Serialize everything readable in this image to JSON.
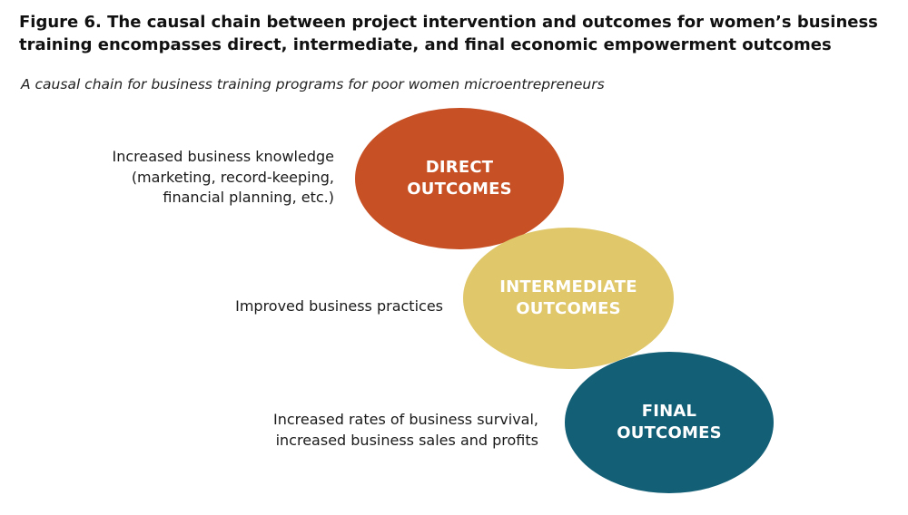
{
  "figure": {
    "title_lines": [
      "Figure 6. The causal chain between project intervention and outcomes for women’s business",
      "training encompasses direct, intermediate, and final economic empowerment outcomes"
    ],
    "subtitle": "A causal chain for business training programs for poor women microentrepreneurs"
  },
  "stages": [
    {
      "label_lines": [
        "DIRECT",
        "OUTCOMES"
      ],
      "color": "#c75025",
      "description_lines": [
        "Increased business knowledge",
        "(marketing, record-keeping,",
        "financial planning, etc.)"
      ]
    },
    {
      "label_lines": [
        "INTERMEDIATE",
        "OUTCOMES"
      ],
      "color": "#dfc76a",
      "description_lines": [
        "Improved business practices"
      ]
    },
    {
      "label_lines": [
        "FINAL",
        "OUTCOMES"
      ],
      "color": "#135f76",
      "description_lines": [
        "Increased rates of business survival,",
        "increased business sales and profits"
      ]
    }
  ]
}
